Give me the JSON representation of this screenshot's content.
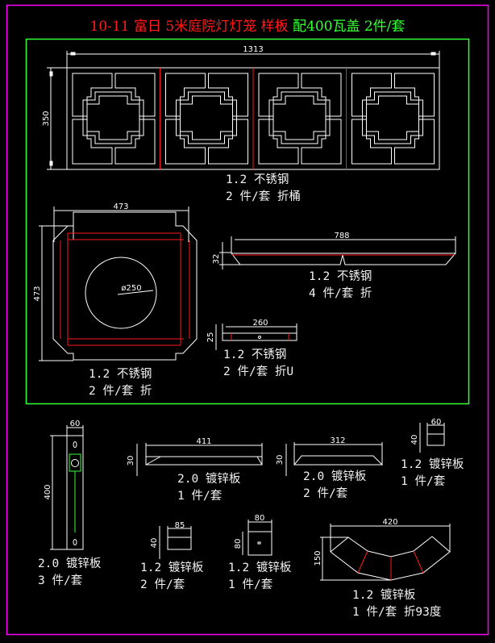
{
  "title": {
    "part1": "10-11 富日 5米庭院灯灯笼 样板",
    "part2": "配400瓦盖 2件/套"
  },
  "colors": {
    "outer_frame": "#ff00ff",
    "inner_frame": "#33ff33",
    "outline": "#ffffff",
    "bend_line": "#ff1a1a",
    "title_red": "#ff1a1a",
    "title_green": "#33ff33"
  },
  "parts": [
    {
      "id": "lattice-panel",
      "dims": {
        "width": "1313",
        "height": "350"
      },
      "material": "1.2 不锈钢",
      "qty": "2 件/套 折桶"
    },
    {
      "id": "cap-square",
      "dims": {
        "width": "473",
        "height": "473",
        "hole": "ø250"
      },
      "material": "1.2 不锈钢",
      "qty": "2 件/套 折"
    },
    {
      "id": "long-strip",
      "dims": {
        "width": "788",
        "height": "32"
      },
      "material": "1.2 不锈钢",
      "qty": "4 件/套 折"
    },
    {
      "id": "u-strip",
      "dims": {
        "width": "260",
        "height": "25"
      },
      "material": "1.2 不锈钢",
      "qty": "2 件/套 折U"
    },
    {
      "id": "bracket-plate",
      "dims": {
        "width": "60",
        "height": "400"
      },
      "material": "2.0 镀锌板",
      "qty": "3 件/套"
    },
    {
      "id": "trapezoid-411",
      "dims": {
        "width": "411",
        "height": "30"
      },
      "material": "2.0 镀锌板",
      "qty": "1 件/套"
    },
    {
      "id": "trapezoid-312",
      "dims": {
        "width": "312",
        "height": "30"
      },
      "material": "2.0 镀锌板",
      "qty": "2 件/套"
    },
    {
      "id": "small-plate-60",
      "dims": {
        "width": "60",
        "height": "40"
      },
      "material": "1.2 镀锌板",
      "qty": "1 件/套"
    },
    {
      "id": "small-plate-85",
      "dims": {
        "width": "85",
        "height": "40"
      },
      "material": "1.2 镀锌板",
      "qty": "2 件/套"
    },
    {
      "id": "square-plate-80",
      "dims": {
        "width": "80",
        "height": "80"
      },
      "material": "1.2 镀锌板",
      "qty": "1 件/套"
    },
    {
      "id": "fan-plate",
      "dims": {
        "width": "420",
        "height": "150"
      },
      "material": "1.2 镀锌板",
      "qty": "1 件/套 折93度"
    }
  ]
}
